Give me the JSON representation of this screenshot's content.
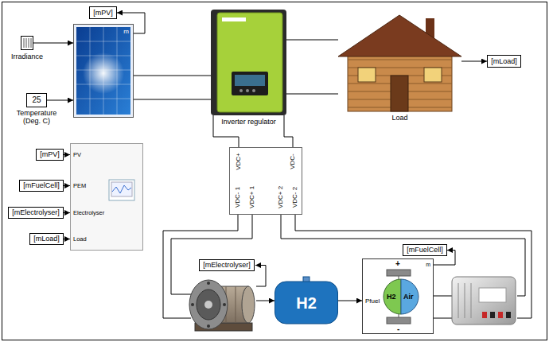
{
  "diagram": {
    "nodes": [
      {
        "text": [
          "Irradiance"
        ]
      },
      {
        "text": [
          "25",
          "Temperature (Deg. C)"
        ]
      },
      {
        "text": [
          "[mPV]"
        ]
      },
      {
        "text": [
          "m"
        ]
      },
      {
        "text": [
          "Inverter regulator"
        ]
      },
      {
        "text": [
          "Load"
        ]
      },
      {
        "text": [
          "[mLoad]"
        ]
      },
      {
        "text": [
          "[mPV]"
        ]
      },
      {
        "text": [
          "[mFuelCell]"
        ]
      },
      {
        "text": [
          "[mElectrolyser]"
        ]
      },
      {
        "text": [
          "[mLoad]"
        ]
      },
      {
        "text": [
          "PV",
          "PEM",
          "Electrolyser",
          "Load"
        ]
      },
      {
        "text": [
          "VDC+",
          "VDC-",
          "VDC- 1",
          "VDC+ 1",
          "VDC+ 2",
          "VDC- 2"
        ]
      },
      {
        "text": [
          "[mElectrolyser]"
        ]
      },
      {
        "text": [
          "H2"
        ]
      },
      {
        "text": [
          "Pfuel",
          "H2",
          "Air",
          "+",
          "-",
          "m"
        ]
      },
      {
        "text": [
          "[mFuelCell]"
        ]
      }
    ],
    "edges": [
      {
        "from": 0,
        "to": 3,
        "arrow": "to"
      },
      {
        "from": 1,
        "to": 3,
        "arrow": "to"
      },
      {
        "from": 3,
        "to": 2,
        "arrow": "to"
      },
      {
        "from": 3,
        "to": 4,
        "arrow": "none"
      },
      {
        "from": 3,
        "to": 4,
        "arrow": "none"
      },
      {
        "from": 4,
        "to": 5,
        "arrow": "none"
      },
      {
        "from": 4,
        "to": 5,
        "arrow": "none"
      },
      {
        "from": 5,
        "to": 6,
        "arrow": "to"
      },
      {
        "from": 7,
        "to": 11,
        "arrow": "to"
      },
      {
        "from": 8,
        "to": 11,
        "arrow": "to"
      },
      {
        "from": 9,
        "to": 11,
        "arrow": "to"
      },
      {
        "from": 10,
        "to": 11,
        "arrow": "to"
      },
      {
        "from": 4,
        "to": 12,
        "arrow": "none"
      },
      {
        "from": 4,
        "to": 12,
        "arrow": "none"
      },
      {
        "from": 15,
        "to": 16,
        "arrow": "to"
      },
      {
        "from": 14,
        "to": 15,
        "arrow": "to"
      }
    ]
  }
}
